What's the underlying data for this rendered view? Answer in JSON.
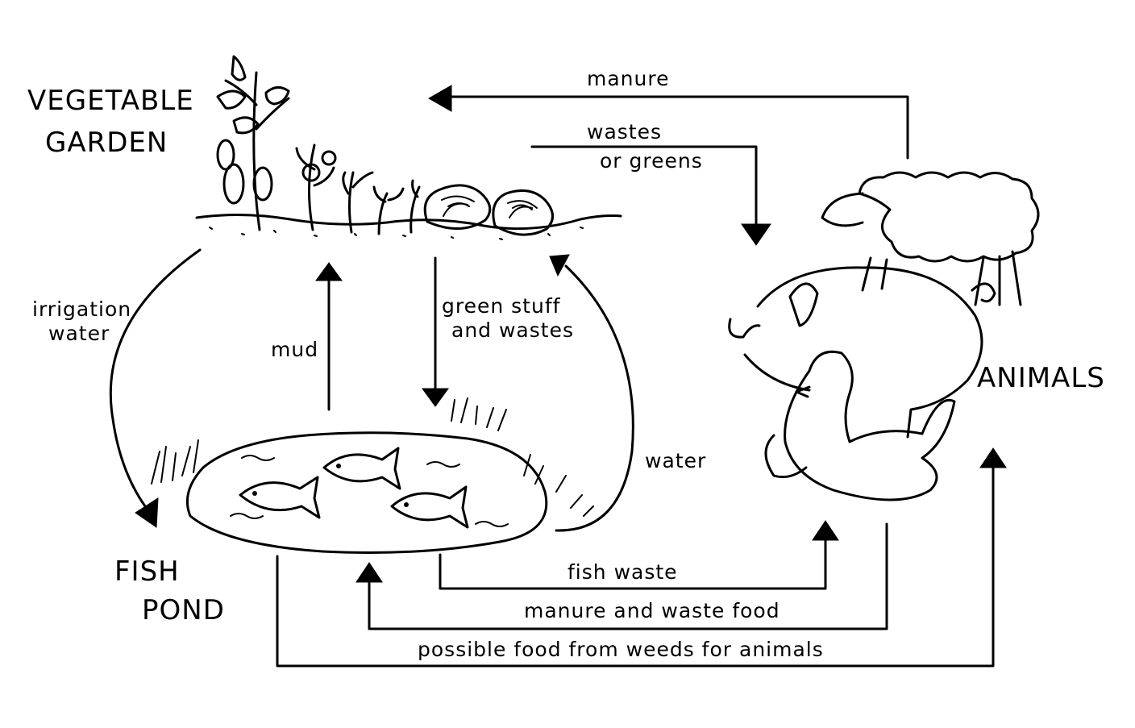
{
  "nodes": {
    "vegetable_garden": {
      "line1": "VEGETABLE",
      "line2": "GARDEN"
    },
    "fish_pond": {
      "line1": "FISH",
      "line2": "POND"
    },
    "animals": {
      "label": "ANIMALS"
    }
  },
  "edges": {
    "manure": "manure",
    "wastes_or_greens": {
      "line1": "wastes",
      "line2": "or greens"
    },
    "irrigation_water": {
      "line1": "irrigation",
      "line2": "water"
    },
    "mud": "mud",
    "green_stuff": {
      "line1": "green stuff",
      "line2": "and wastes"
    },
    "water": "water",
    "fish_waste": "fish waste",
    "manure_waste_food": "manure and waste food",
    "weeds_food": "possible food from weeds for animals"
  },
  "colors": {
    "ink": "#000000",
    "background": "#ffffff"
  },
  "icons": [
    "plant-icon",
    "cabbage-icon",
    "fish-icon",
    "sheep-icon",
    "pig-icon",
    "hen-icon"
  ]
}
